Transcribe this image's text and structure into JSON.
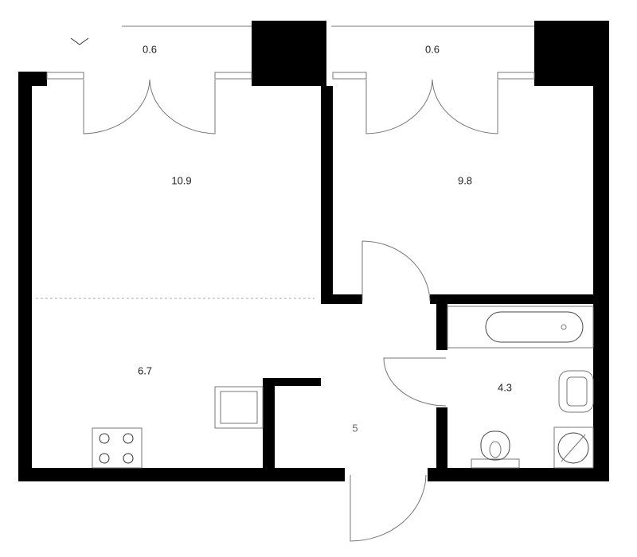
{
  "plan": {
    "rooms": [
      {
        "id": "balcony-left",
        "area": "0.6"
      },
      {
        "id": "balcony-right",
        "area": "0.6"
      },
      {
        "id": "living-room",
        "area": "10.9"
      },
      {
        "id": "bedroom",
        "area": "9.8"
      },
      {
        "id": "kitchen",
        "area": "6.7"
      },
      {
        "id": "hallway",
        "area": "5"
      },
      {
        "id": "bathroom",
        "area": "4.3"
      }
    ]
  },
  "colors": {
    "wall": "#000000",
    "line": "#777777",
    "background": "#ffffff"
  }
}
